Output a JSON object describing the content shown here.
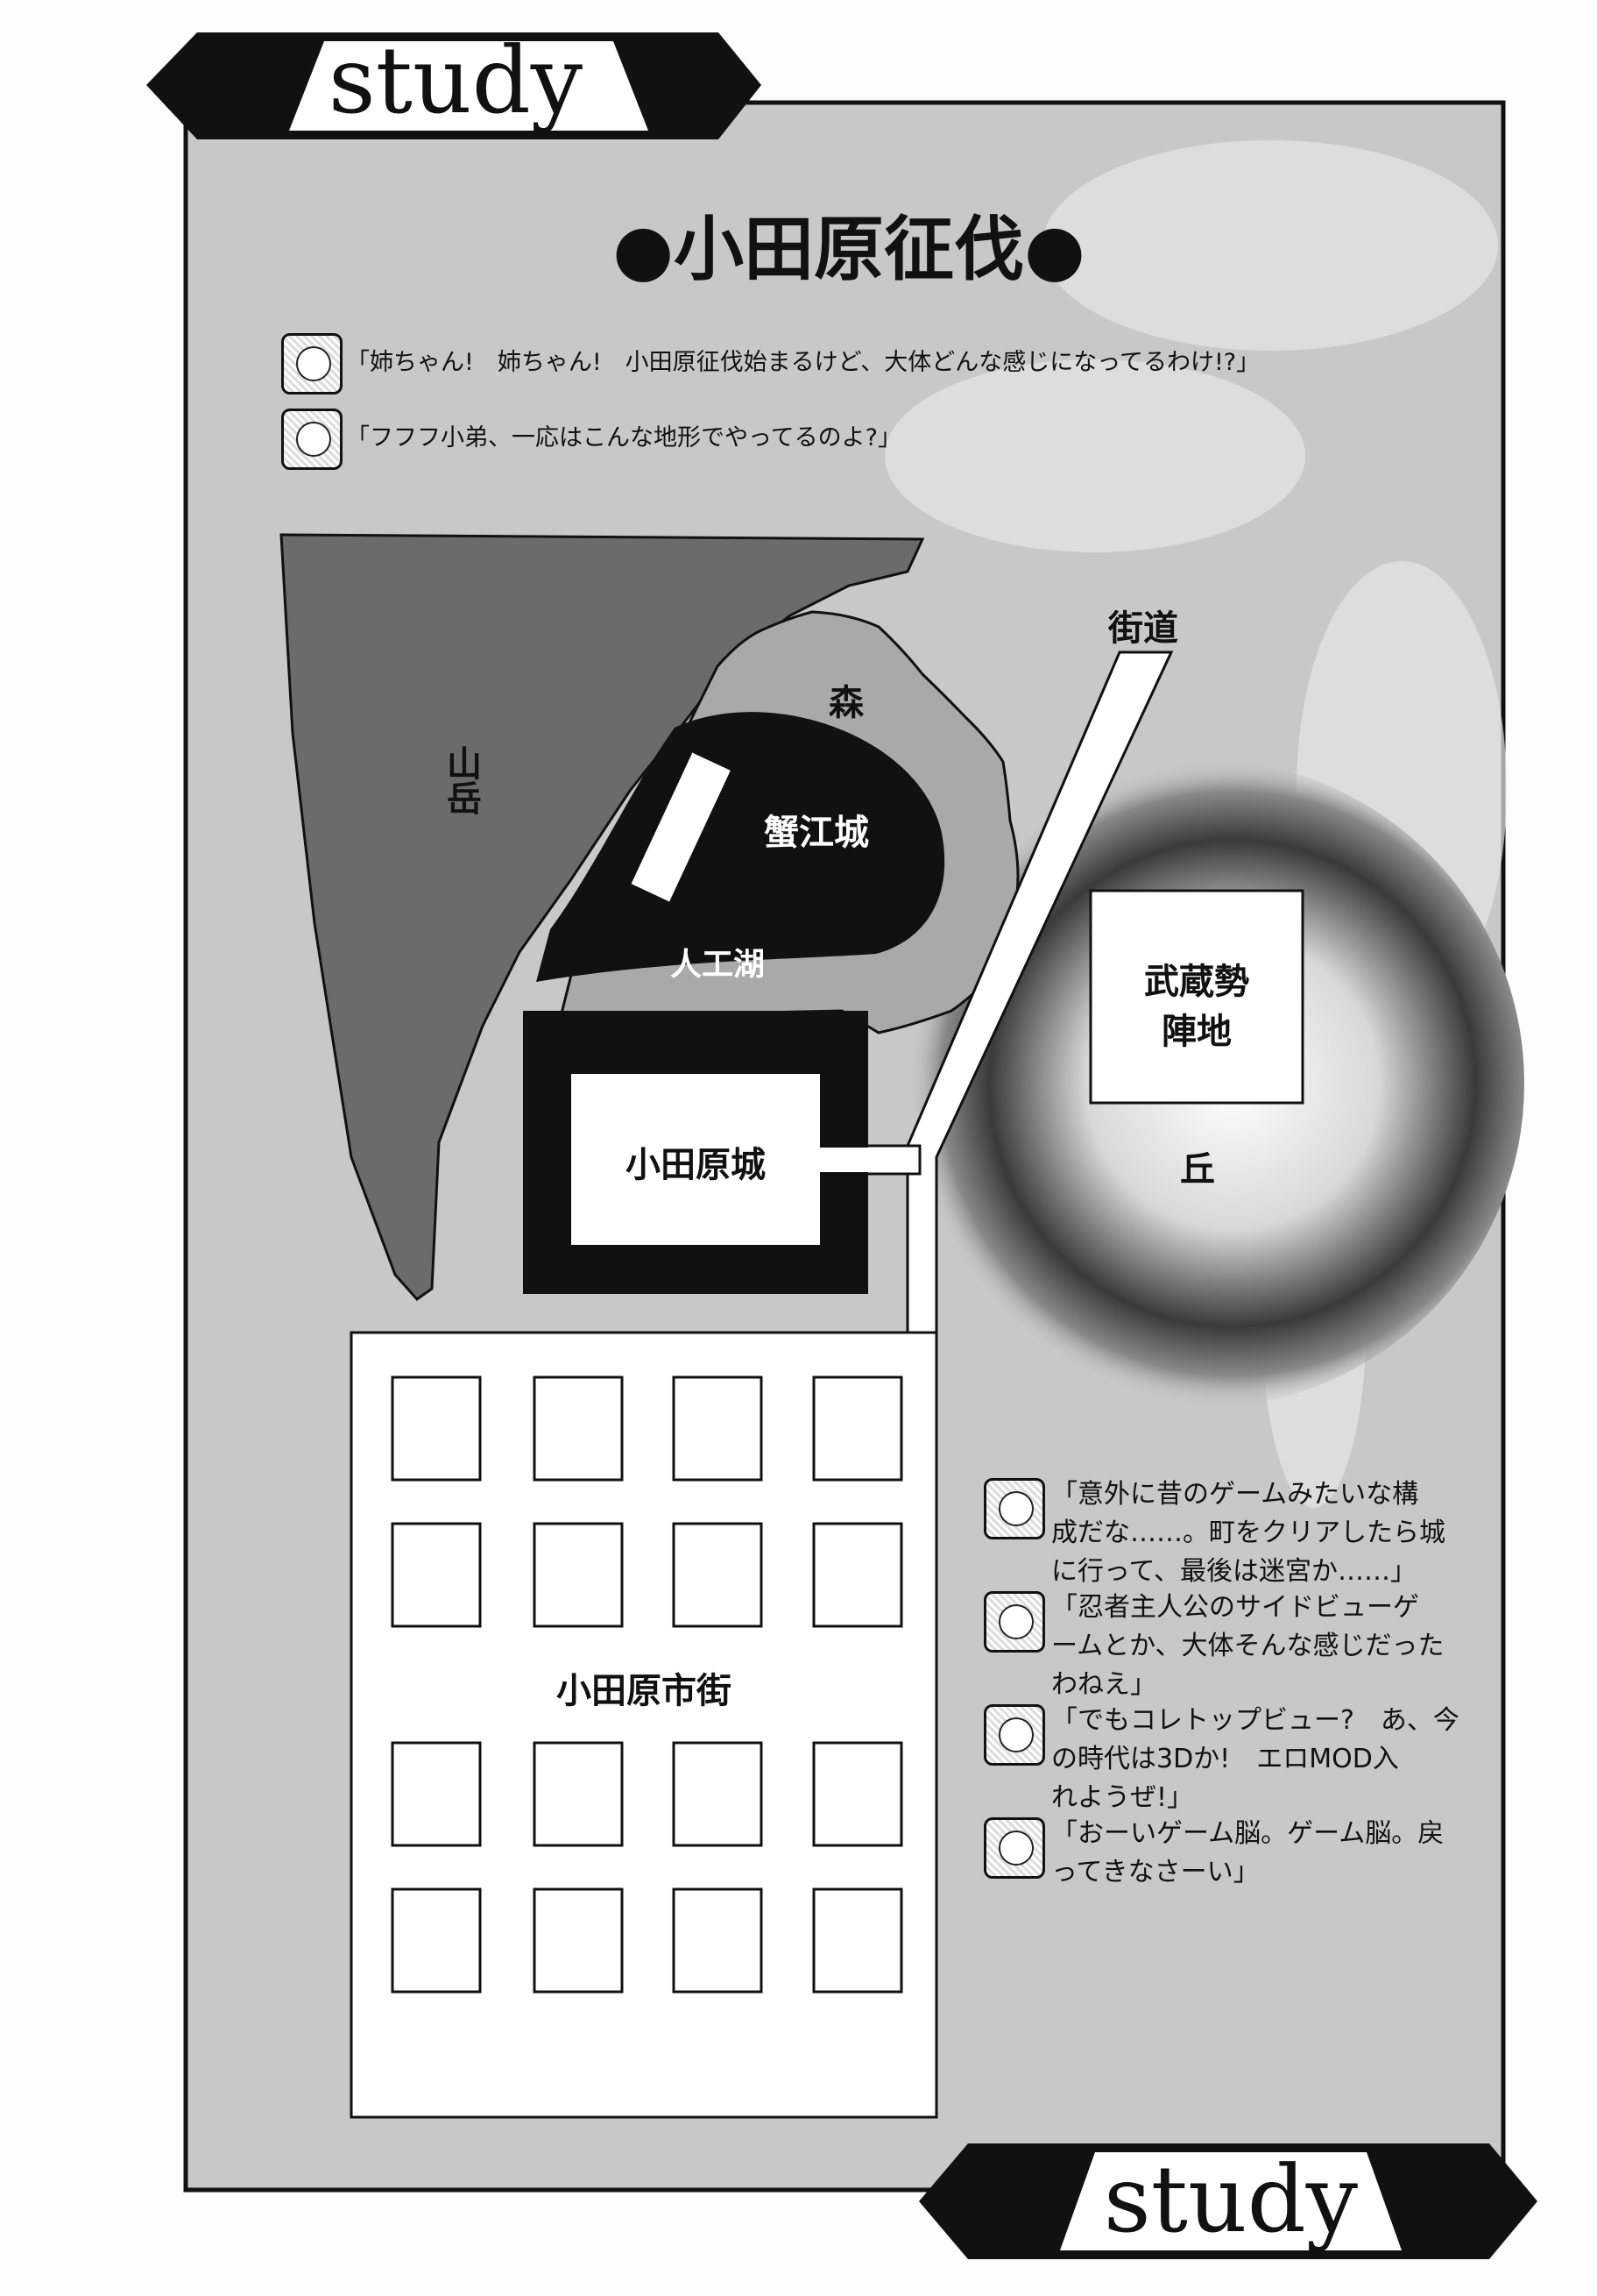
{
  "banner_label": "study",
  "footer_banner_label": "study",
  "title": "●小田原征伐●",
  "intro_dialogue": [
    {
      "speaker_icon": "character-face-icon",
      "text": "「姉ちゃん!　姉ちゃん!　小田原征伐始まるけど、大体どんな感じになってるわけ!?」"
    },
    {
      "speaker_icon": "character-face-icon",
      "text": "「フフフ小弟、一応はこんな地形でやってるのよ?」"
    }
  ],
  "map": {
    "mountains": "山岳",
    "forest": "森",
    "kanie_castle": "蟹江城",
    "artificial_lake": "人工湖",
    "odawara_castle": "小田原城",
    "highway": "街道",
    "musashi_camp_line1": "武蔵勢",
    "musashi_camp_line2": "陣地",
    "hill": "丘",
    "odawara_town": "小田原市街"
  },
  "closing_dialogue": [
    {
      "speaker_icon": "character-face-icon",
      "lines": [
        "「意外に昔のゲームみたいな構",
        "成だな……。町をクリアしたら城",
        "に行って、最後は迷宮か……」"
      ]
    },
    {
      "speaker_icon": "character-face-icon",
      "lines": [
        "「忍者主人公のサイドビューゲ",
        "ームとか、大体そんな感じだった",
        "わねえ」"
      ]
    },
    {
      "speaker_icon": "character-face-icon",
      "lines": [
        "「でもコレトップビュー?　あ、今",
        "の時代は3Dか!　エロMOD入",
        "れようぜ!」"
      ]
    },
    {
      "speaker_icon": "character-face-icon",
      "lines": [
        "「おーいゲーム脳。ゲーム脳。戻",
        "ってきなさーい」"
      ]
    }
  ],
  "colors": {
    "frame_fill": "#c8c8c8",
    "mountain": "#6b6b6b",
    "forest": "#a9a9a9",
    "ink": "#111111"
  }
}
